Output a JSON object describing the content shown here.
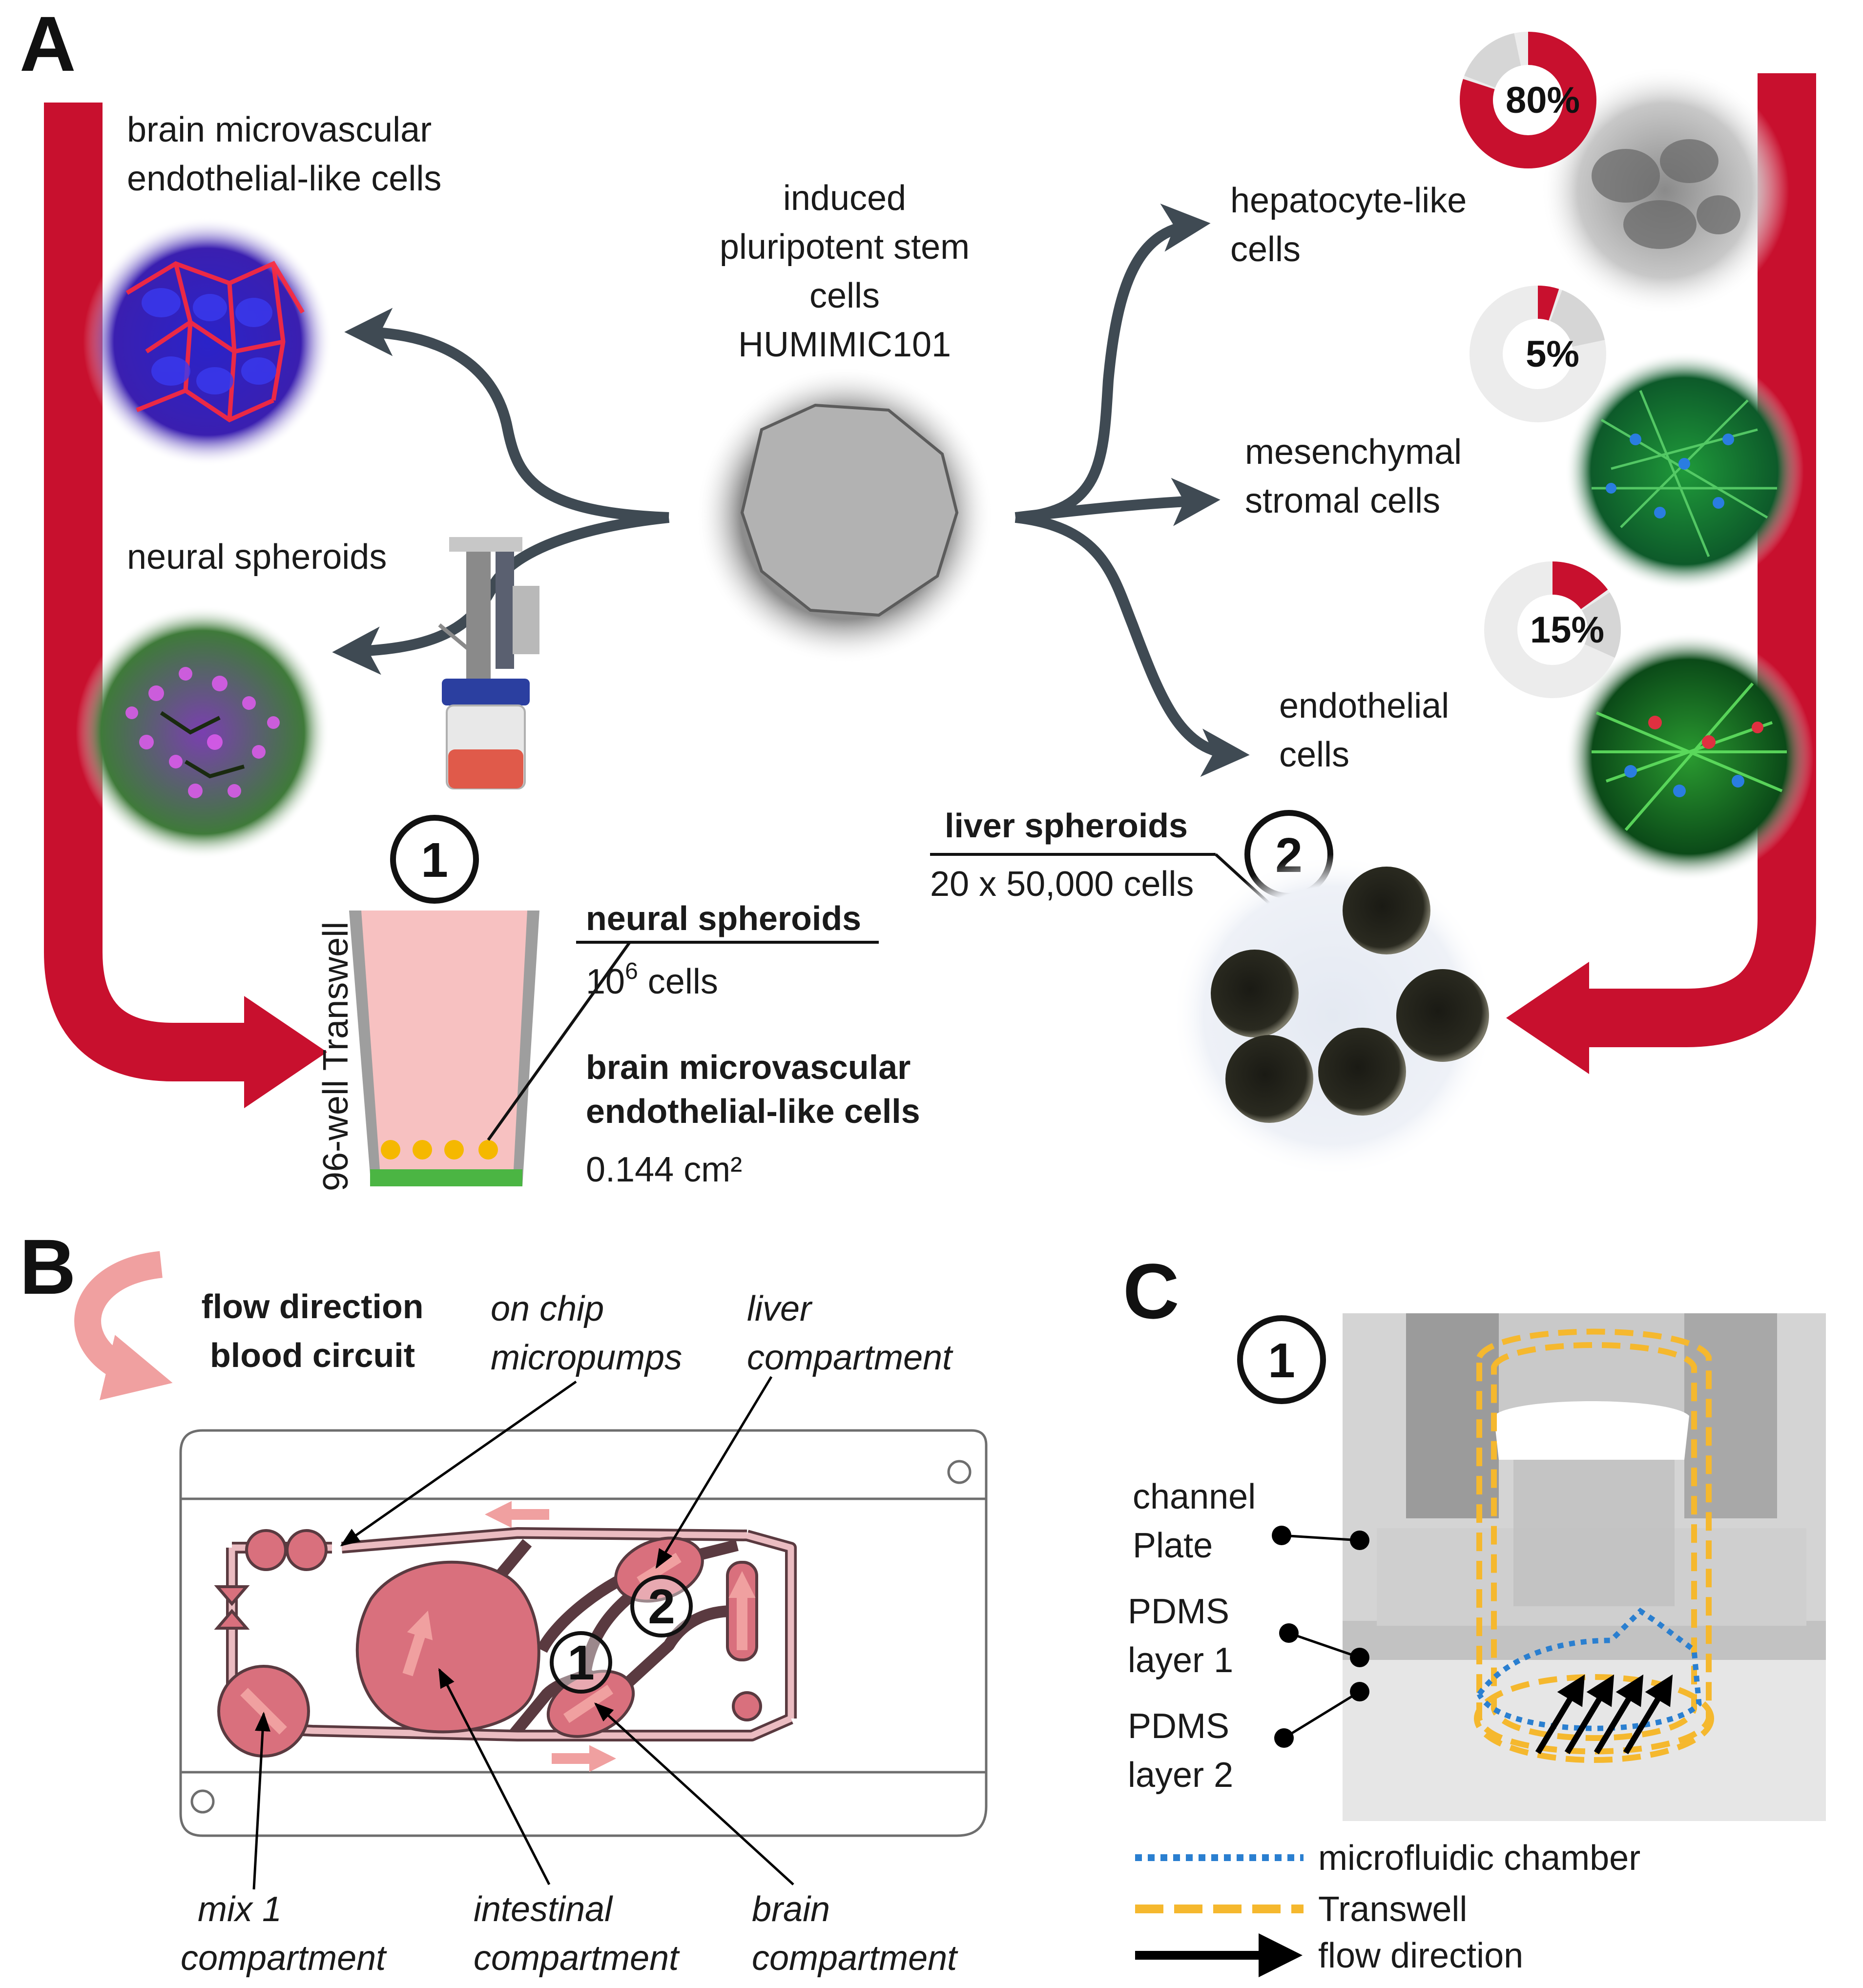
{
  "colors": {
    "accent_red": "#c8102e",
    "arrow_grey": "#3f4a53",
    "chip_pink": "#d9707d",
    "flow_arrow_pink": "#f0a0a0",
    "well_fill": "#f7c1c1",
    "donut_grey": "#d6d6d6",
    "donut_light": "#ececec",
    "microfluidic_blue": "#2a7fd0",
    "transwell_yellow": "#f5b82e"
  },
  "panel_a": {
    "label": "A",
    "center_label": [
      "induced",
      "pluripotent stem",
      "cells",
      "HUMIMIC101"
    ],
    "left": {
      "bmec_label": [
        "brain microvascular",
        "endothelial-like cells"
      ],
      "neural_label": "neural spheroids"
    },
    "right": {
      "hepatocyte_label": [
        "hepatocyte-like",
        "cells"
      ],
      "msc_label": [
        "mesenchymal",
        "stromal cells"
      ],
      "endothelial_label": [
        "endothelial",
        "cells"
      ]
    },
    "donuts": [
      {
        "label": "80%",
        "value": 80
      },
      {
        "label": "5%",
        "value": 5
      },
      {
        "label": "15%",
        "value": 15
      }
    ],
    "compartment_1": {
      "number": "1",
      "well_label": "96-well Transwell",
      "neural_title": "neural spheroids",
      "neural_cells_base": "10",
      "neural_cells_exp": "6",
      "neural_cells_unit": " cells",
      "bmec_title": [
        "brain microvascular",
        "endothelial-like cells"
      ],
      "area": "0.144 cm²"
    },
    "compartment_2": {
      "number": "2",
      "title": "liver spheroids",
      "cells": "20 x 50,000 cells"
    }
  },
  "panel_b": {
    "label": "B",
    "flow_label": [
      "flow direction",
      "blood circuit"
    ],
    "micropumps_label": [
      "on chip",
      "micropumps"
    ],
    "liver_label": [
      "liver",
      "compartment"
    ],
    "mix_label": [
      "mix 1",
      "compartment"
    ],
    "intestinal_label": [
      "intestinal",
      "compartment"
    ],
    "brain_label": [
      "brain",
      "compartment"
    ],
    "marker_1": "1",
    "marker_2": "2"
  },
  "panel_c": {
    "label": "C",
    "marker": "1",
    "layer_labels": [
      [
        "channel",
        "Plate"
      ],
      [
        "PDMS",
        "layer 1"
      ],
      [
        "PDMS",
        "layer 2"
      ]
    ],
    "legend": [
      {
        "label": "microfluidic chamber",
        "style": "dotted-blue"
      },
      {
        "label": "Transwell",
        "style": "dashed-yellow"
      },
      {
        "label": "flow direction",
        "style": "black-arrow"
      }
    ]
  }
}
